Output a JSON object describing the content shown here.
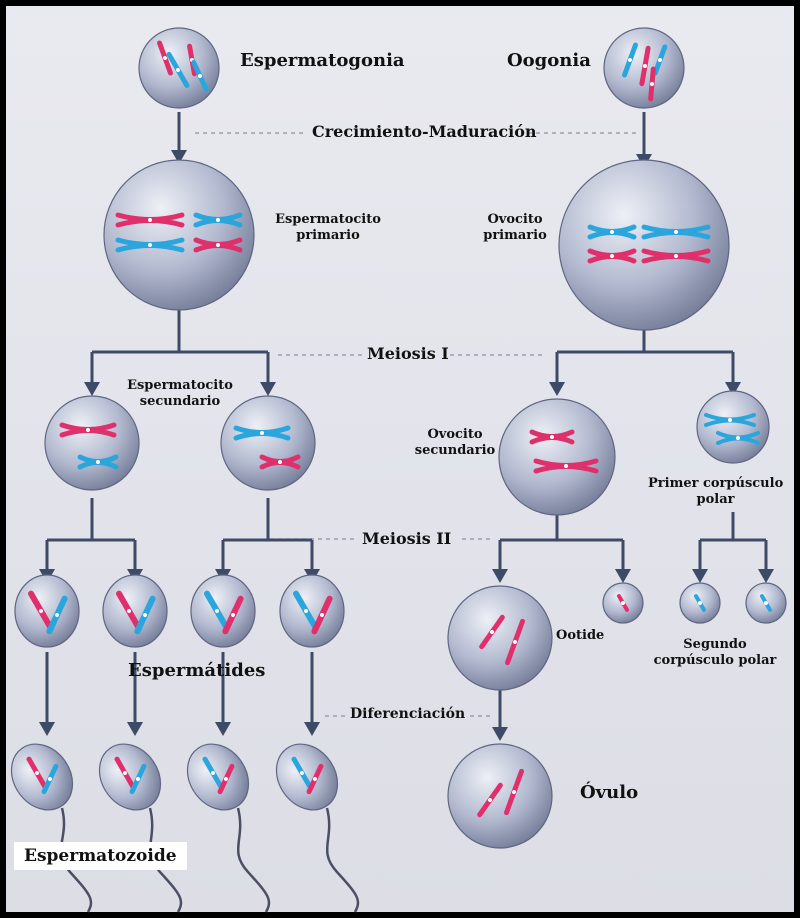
{
  "labels": {
    "espermatogonia": "Espermatogonia",
    "oogonia": "Oogonia",
    "crecimiento": "Crecimiento-Maduración",
    "espermatocito_primario": [
      "Espermatocito",
      "primario"
    ],
    "ovocito_primario": [
      "Ovocito",
      "primario"
    ],
    "meiosis_1": "Meiosis I",
    "espermatocito_secundario": [
      "Espermatocito",
      "secundario"
    ],
    "ovocito_secundario": [
      "Ovocito",
      "secundario"
    ],
    "primer_corpusculo": [
      "Primer corpúsculo",
      "polar"
    ],
    "meiosis_2": "Meiosis II",
    "ootide": "Ootide",
    "segundo_corpusculo": [
      "Segundo",
      "corpúsculo  polar"
    ],
    "espermatides": "Espermátides",
    "diferenciacion": "Diferenciación",
    "ovulo": "Óvulo",
    "espermatozoide": "Espermatozoide"
  },
  "colors": {
    "cell_light": "#e6e9f2",
    "cell_mid": "#a9b1c9",
    "cell_dark": "#6f7793",
    "chromosome_pink": "#e0306c",
    "chromosome_blue": "#2aa6dc",
    "connector": "#3e4b66",
    "dashed_line": "#8a90a4"
  },
  "icons": [
    "cell",
    "chromosome",
    "arrow-down",
    "sperm-tail"
  ]
}
